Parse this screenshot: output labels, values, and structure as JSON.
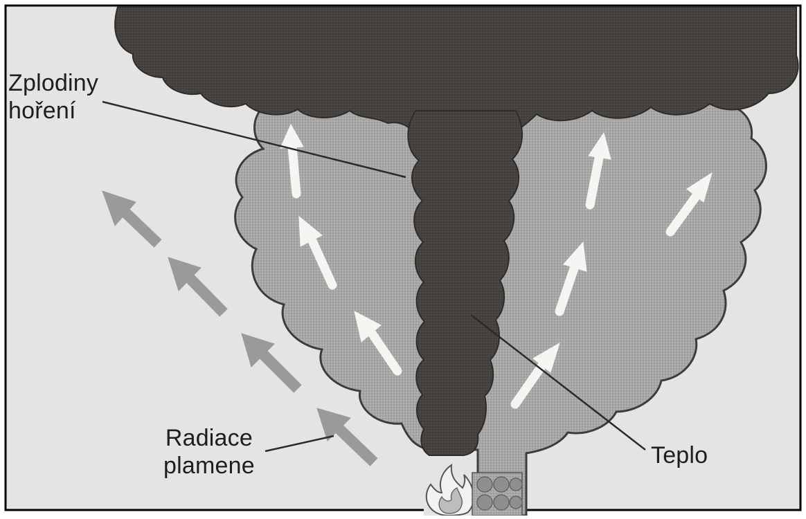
{
  "labels": {
    "combustion_products": [
      "Zplodiny",
      "hoření"
    ],
    "flame_radiation": [
      "Radiace",
      "plamene"
    ],
    "heat": "Teplo"
  },
  "colors": {
    "paper": "#e4e4e4",
    "dark_smoke": "#454140",
    "light_cloud": "#a6a6a6",
    "cloud_outline": "#3c3c3c",
    "heat_arrow": "#f5f5f2",
    "radiation_arrow": "#9a9a9a",
    "leader_line": "#2a2a2a"
  },
  "icons": [
    "flame-icon",
    "fuel-block-icon",
    "heat-arrow-icon",
    "radiation-arrow-icon"
  ]
}
